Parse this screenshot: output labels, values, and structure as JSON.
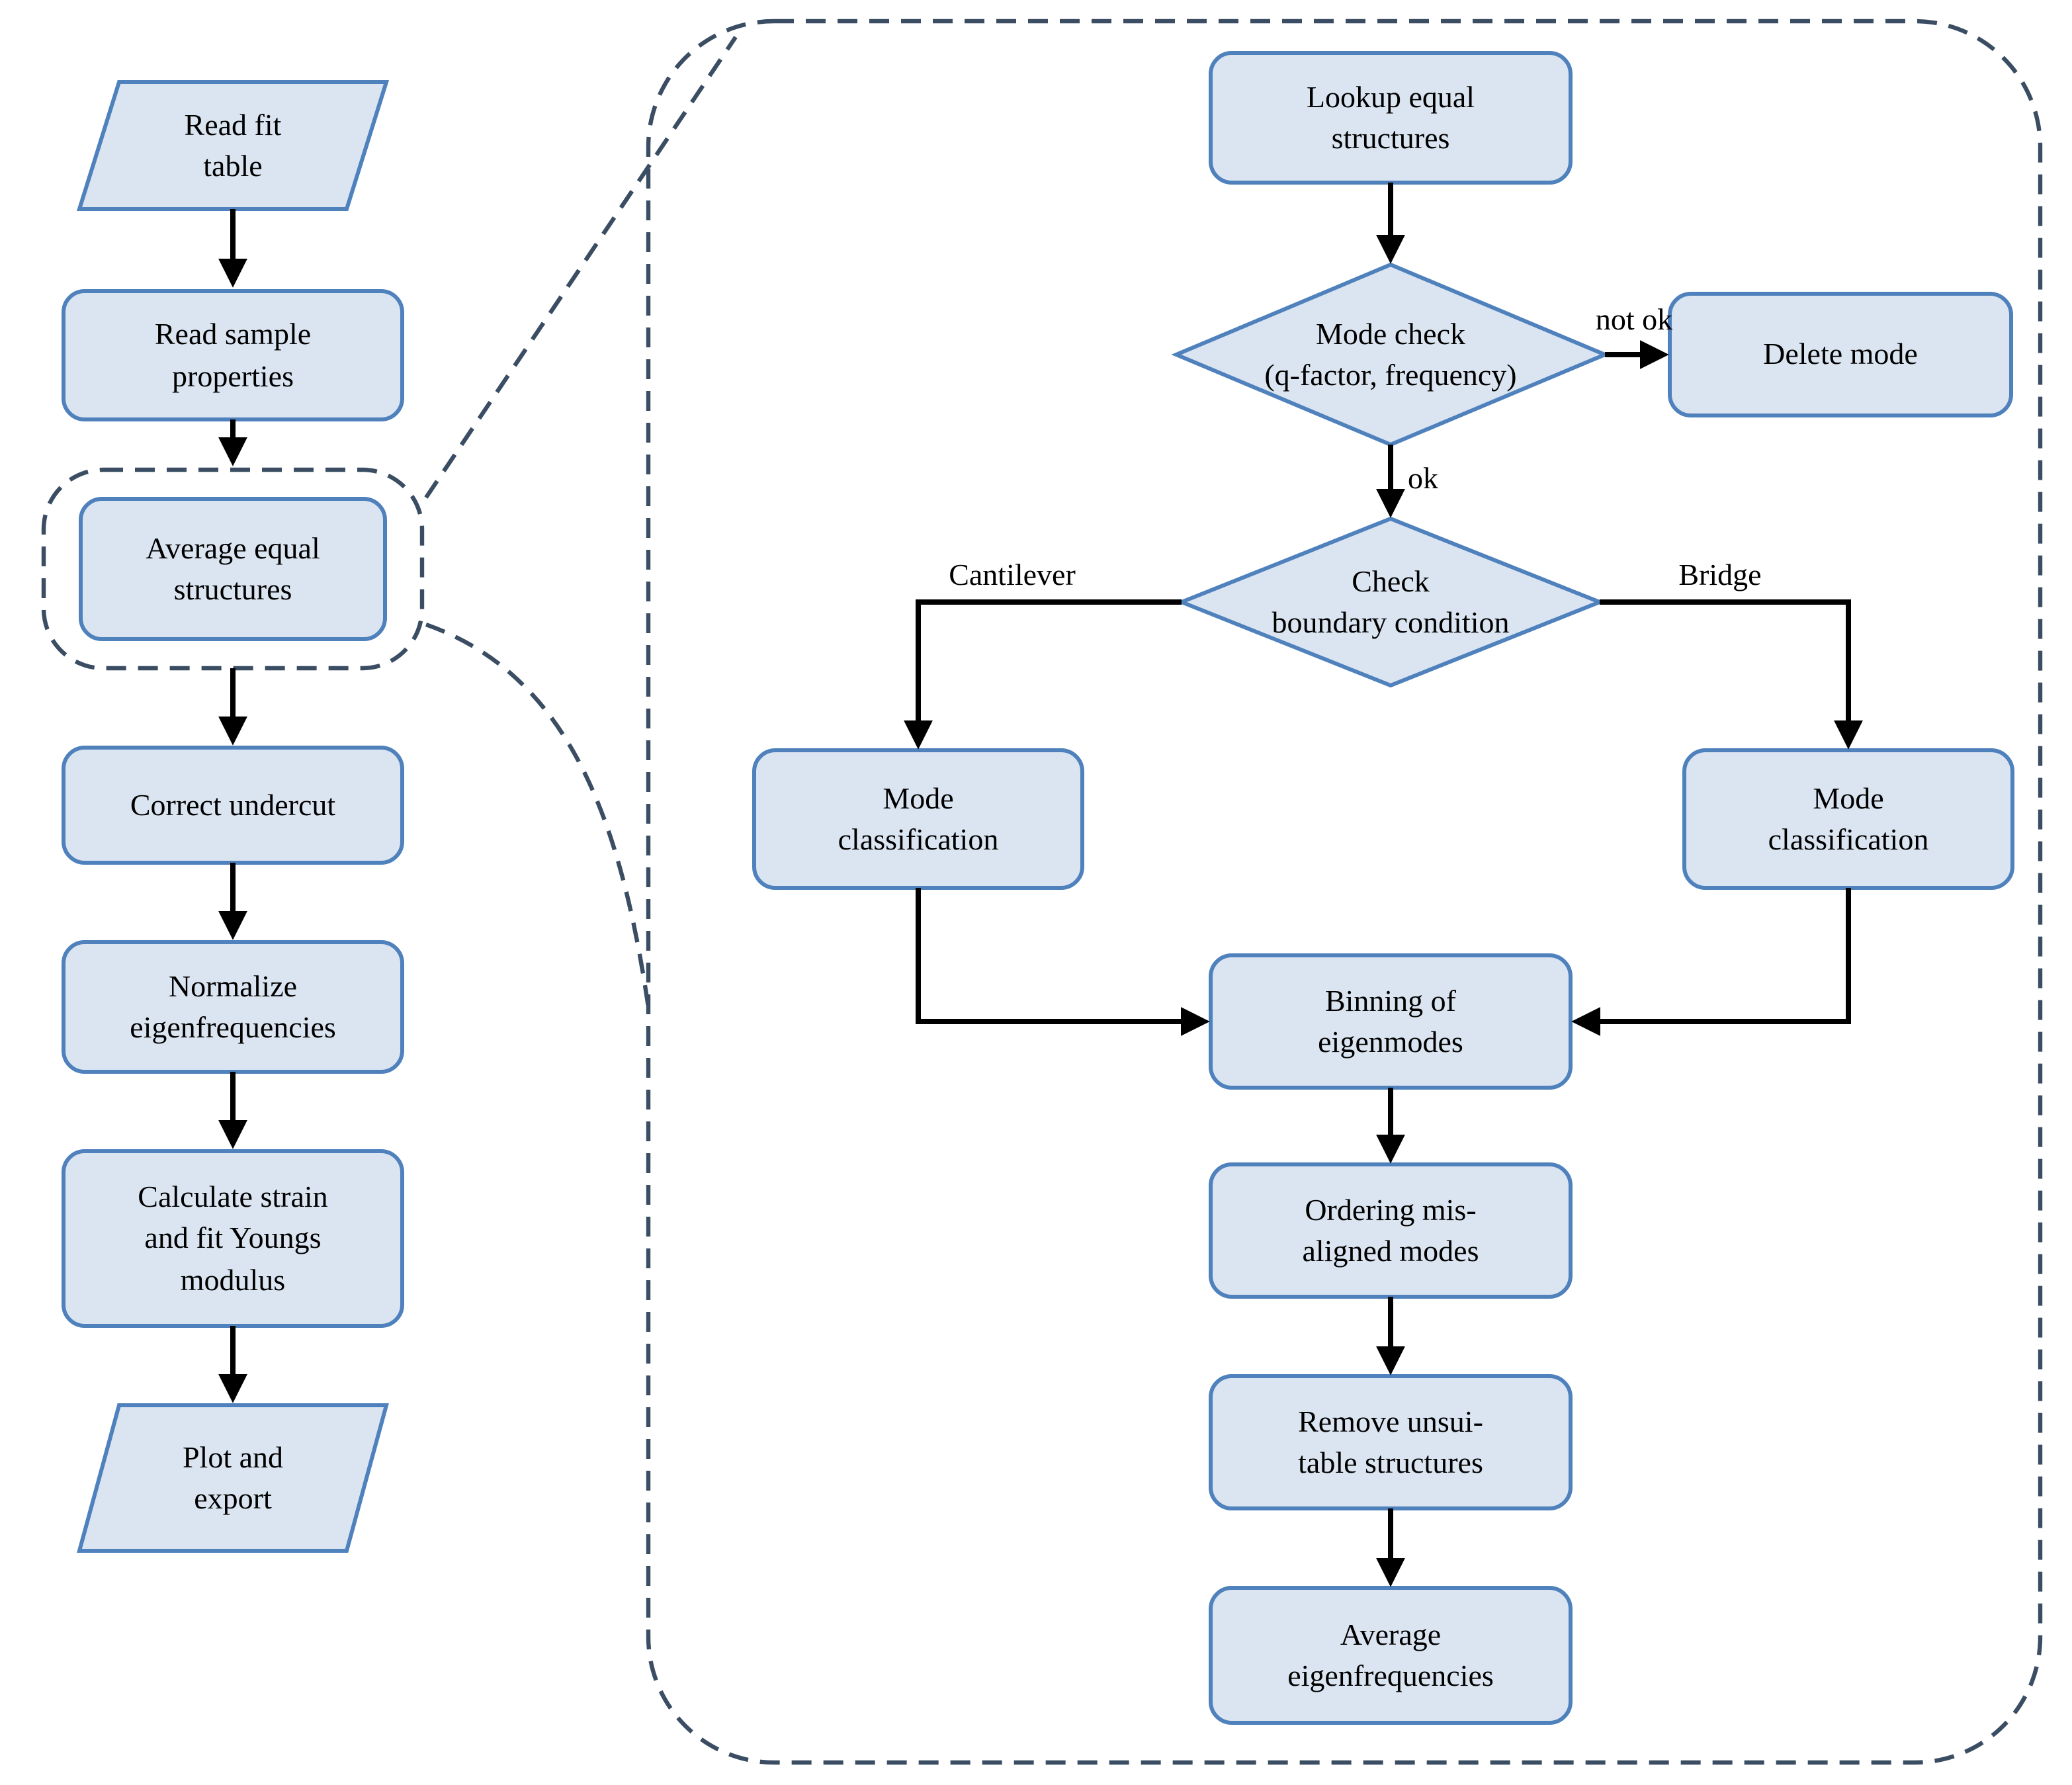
{
  "figure": {
    "colors": {
      "node_fill": "#dbe5f1",
      "node_border": "#4f81bd",
      "arrow": "#000000",
      "dashed_outline": "#3a4d63"
    },
    "left_flow": {
      "read_fit_table": "Read fit\ntable",
      "read_sample_properties": "Read sample\nproperties",
      "average_equal_structures": "Average equal\nstructures",
      "correct_undercut": "Correct undercut",
      "normalize_eigenfrequencies": "Normalize\neigenfrequencies",
      "calculate_strain": "Calculate strain\nand fit Youngs\nmodulus",
      "plot_and_export": "Plot and\nexport"
    },
    "detail_flow": {
      "lookup_equal_structures": "Lookup equal\nstructures",
      "mode_check": "Mode check\n(q-factor, frequency)",
      "label_not_ok": "not ok",
      "delete_mode": "Delete mode",
      "label_ok": "ok",
      "check_boundary_condition": "Check\nboundary condition",
      "label_cantilever": "Cantilever",
      "label_bridge": "Bridge",
      "mode_classification_left": "Mode\nclassification",
      "mode_classification_right": "Mode\nclassification",
      "binning_of_eigenmodes": "Binning of\neigenmodes",
      "ordering_misaligned_modes": "Ordering mis-\naligned modes",
      "remove_unsuitable_structures": "Remove unsui-\ntable structures",
      "average_eigenfrequencies": "Average\neigenfrequencies"
    }
  }
}
